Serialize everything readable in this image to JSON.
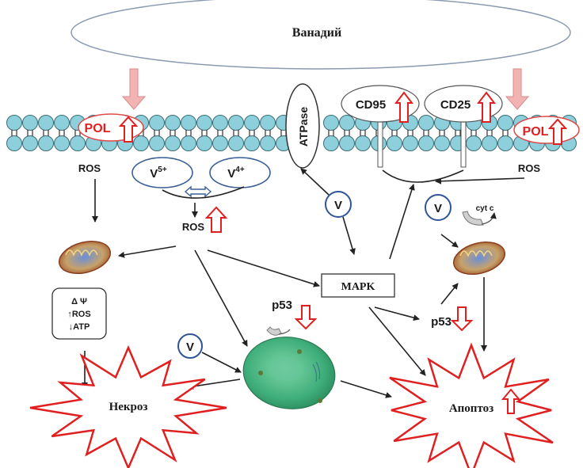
{
  "title": "Ванадий",
  "membrane": {
    "left_enzyme": "POL",
    "right_enzyme": "POL",
    "transporter": "ATPase",
    "receptors": [
      "CD95",
      "CD25"
    ]
  },
  "ros_labels": {
    "left": "ROS",
    "right": "ROS",
    "center": "ROS"
  },
  "vanadium_states": {
    "v5": "V",
    "v5_sup": "5+",
    "v4": "V",
    "v4_sup": "4+"
  },
  "v_markers": [
    "V",
    "V",
    "V"
  ],
  "cyt_c": "cyt c",
  "mito_effects": {
    "line1": "Δ Ψ",
    "line2": "↑ROS",
    "line3": "↓ATP"
  },
  "mapk": "MAPK",
  "p53_left": "p53",
  "p53_right": "p53",
  "outcomes": {
    "necrosis": "Некроз",
    "apoptosis": "Апоптоз"
  },
  "colors": {
    "lipid_head": "#8ecfdc",
    "lipid_stroke": "#3c6e78",
    "up_arrow": "#e02020",
    "vanadium_arrow": "#f2b3b3",
    "cell": "#3fae7a",
    "state_ring": "#2f5597"
  }
}
